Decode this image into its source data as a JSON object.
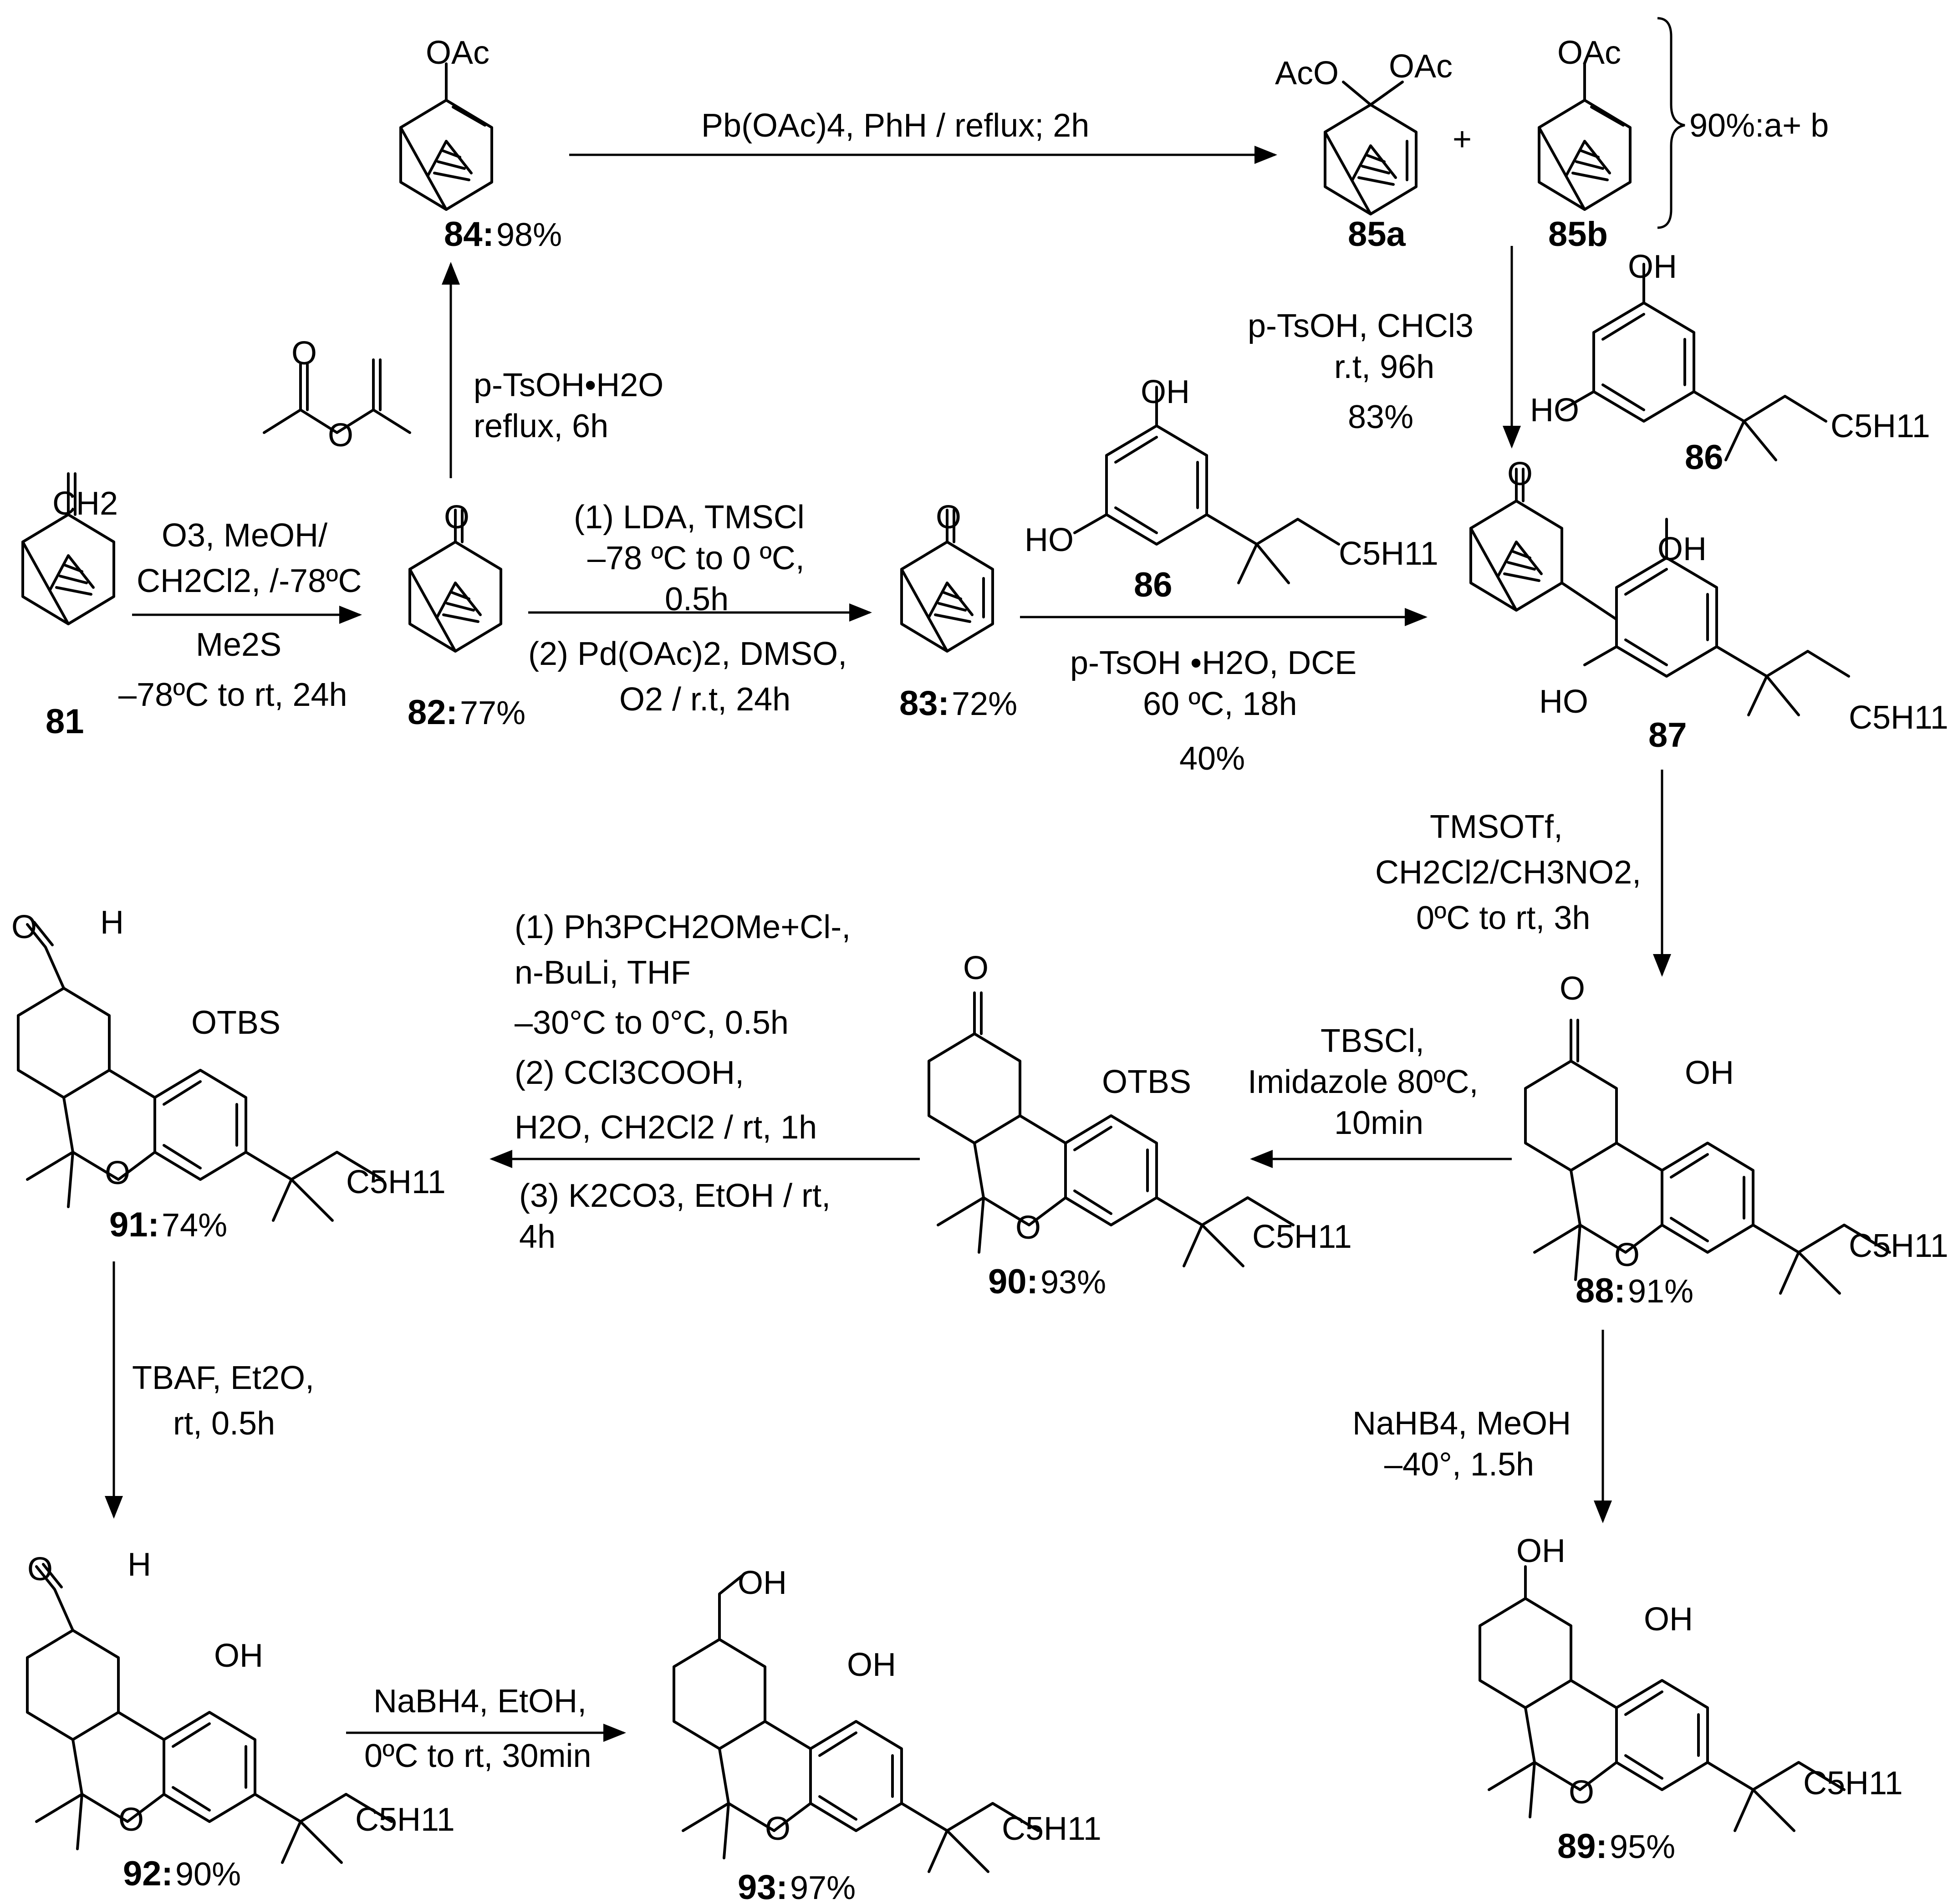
{
  "compounds": {
    "c81": {
      "number": "81"
    },
    "c82": {
      "number": "82:",
      "yield": " 77%"
    },
    "c83": {
      "number": "83:",
      "yield": " 72%"
    },
    "c84": {
      "number": "84:",
      "yield": " 98%",
      "sub": "OAc"
    },
    "c85a": {
      "number": "85a",
      "sub1": "AcO",
      "sub2": "OAc"
    },
    "c85b": {
      "number": "85b",
      "sub": "OAc"
    },
    "c86": {
      "number": "86"
    },
    "c87": {
      "number": "87"
    },
    "c88": {
      "number": "88:",
      "yield": " 91%"
    },
    "c89": {
      "number": "89:",
      "yield": " 95%"
    },
    "c90": {
      "number": "90:",
      "yield": " 93%"
    },
    "c91": {
      "number": "91:",
      "yield": " 74%"
    },
    "c92": {
      "number": "92:",
      "yield": " 90%"
    },
    "c93": {
      "number": "93:",
      "yield": " 97%"
    }
  },
  "atoms": {
    "oh": "OH",
    "ho": "HO",
    "o": "O",
    "h": "H",
    "otbs": "OTBS",
    "c5h11": "C5H11",
    "ch2": "CH2",
    "plus": "+"
  },
  "brace_label": "90%:a+ b",
  "conditions": {
    "r81_82": {
      "l1": "O3, MeOH/",
      "l2": "CH2Cl2, /-78ºC",
      "l3": "Me2S",
      "l4": "–78ºC to rt, 24h"
    },
    "r82_84": {
      "l1": "p-TsOH•H2O",
      "l2": "reflux, 6h"
    },
    "r84_85": {
      "l1": "Pb(OAc)4, PhH / reflux; 2h"
    },
    "r85_87": {
      "l1": "p-TsOH, CHCl3",
      "l2": "r.t, 96h",
      "l3": "83%"
    },
    "r82_83": {
      "l1": "(1) LDA, TMSCl",
      "l2": "–78 ºC to 0 ºC,",
      "l3": "0.5h",
      "l4": "(2) Pd(OAc)2, DMSO,",
      "l5": "O2 / r.t, 24h"
    },
    "r83_87": {
      "l1": "p-TsOH •H2O, DCE",
      "l2": "60 ºC, 18h",
      "l3": "40%"
    },
    "r87_88": {
      "l1": "TMSOTf,",
      "l2": "CH2Cl2/CH3NO2,",
      "l3": "0ºC to rt, 3h"
    },
    "r88_90": {
      "l1": "TBSCl,",
      "l2": "Imidazole 80ºC,",
      "l3": "10min"
    },
    "r90_91": {
      "l1": "(1) Ph3PCH2OMe+Cl-,",
      "l2": "n-BuLi, THF",
      "l3": "–30°C to 0°C, 0.5h",
      "l4": "(2) CCl3COOH,",
      "l5": "H2O, CH2Cl2 /  rt, 1h",
      "l6": "(3) K2CO3, EtOH / rt,",
      "l7": "4h"
    },
    "r88_89": {
      "l1": "NaHB4, MeOH",
      "l2": "–40°, 1.5h"
    },
    "r91_92": {
      "l1": "TBAF, Et2O,",
      "l2": "rt, 0.5h"
    },
    "r92_93": {
      "l1": "NaBH4, EtOH,",
      "l2": "0ºC to rt, 30min"
    }
  }
}
